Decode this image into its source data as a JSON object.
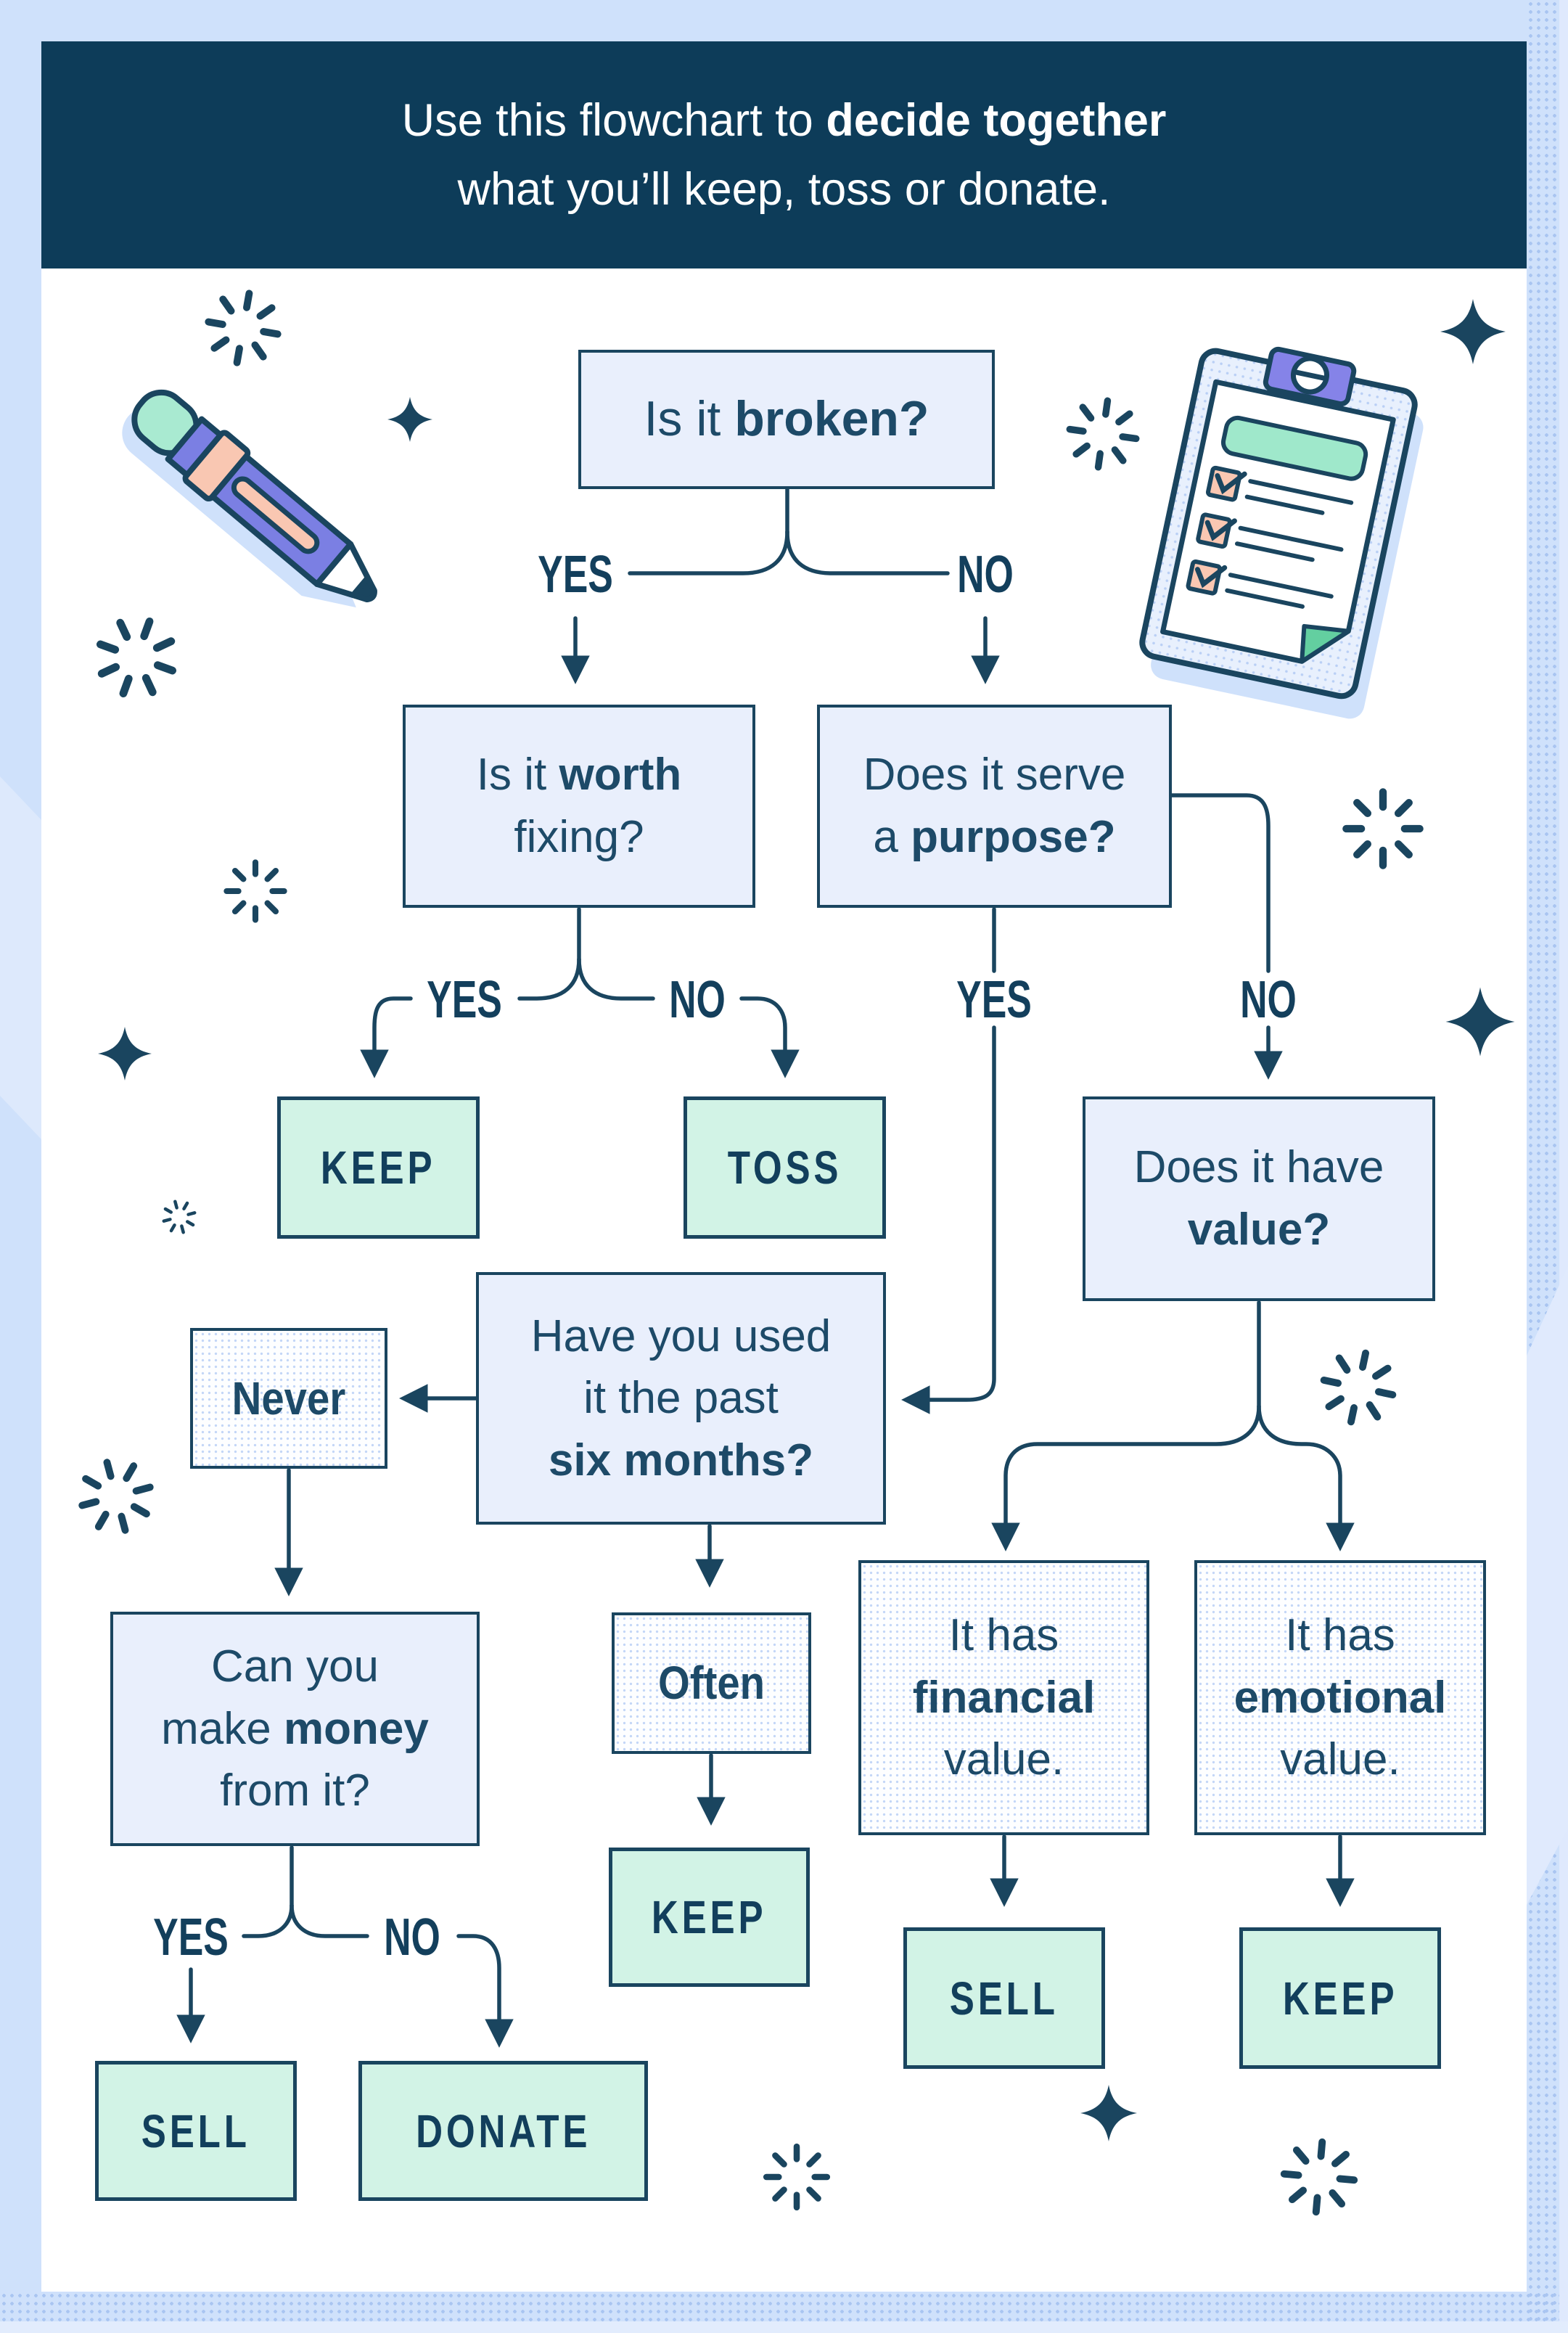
{
  "header": {
    "line1_regular": "Use this flowchart to ",
    "line1_bold": "decide together",
    "line2": "what you’ll keep, toss or donate."
  },
  "flow": {
    "nodes": [
      {
        "key": "broken",
        "lines": [
          [
            {
              "t": "Is it "
            },
            {
              "t": "broken?",
              "b": true
            }
          ]
        ]
      },
      {
        "key": "worth",
        "lines": [
          [
            {
              "t": "Is it "
            },
            {
              "t": "worth",
              "b": true
            }
          ],
          [
            {
              "t": "fixing?"
            }
          ]
        ]
      },
      {
        "key": "purpose",
        "lines": [
          [
            {
              "t": "Does it serve"
            }
          ],
          [
            {
              "t": "a "
            },
            {
              "t": "purpose?",
              "b": true
            }
          ]
        ]
      },
      {
        "key": "value",
        "lines": [
          [
            {
              "t": "Does it have"
            }
          ],
          [
            {
              "t": "value?",
              "b": true
            }
          ]
        ]
      },
      {
        "key": "sixmonths",
        "lines": [
          [
            {
              "t": "Have you used"
            }
          ],
          [
            {
              "t": "it the past"
            }
          ],
          [
            {
              "t": "six months?",
              "b": true
            }
          ]
        ]
      },
      {
        "key": "money",
        "lines": [
          [
            {
              "t": "Can you"
            }
          ],
          [
            {
              "t": "make "
            },
            {
              "t": "money",
              "b": true
            }
          ],
          [
            {
              "t": "from it?"
            }
          ]
        ]
      },
      {
        "key": "financial",
        "lines": [
          [
            {
              "t": "It has"
            }
          ],
          [
            {
              "t": "financial",
              "b": true
            }
          ],
          [
            {
              "t": "value."
            }
          ]
        ]
      },
      {
        "key": "emotional",
        "lines": [
          [
            {
              "t": "It has"
            }
          ],
          [
            {
              "t": "emotional",
              "b": true
            }
          ],
          [
            {
              "t": "value."
            }
          ]
        ]
      },
      {
        "key": "never",
        "lines": [
          [
            {
              "t": "Never",
              "b": true
            }
          ]
        ]
      },
      {
        "key": "often",
        "lines": [
          [
            {
              "t": "Often",
              "b": true
            }
          ]
        ]
      }
    ],
    "branch": {
      "yes": "YES",
      "no": "NO"
    },
    "outcomes": {
      "keep": "KEEP",
      "toss": "TOSS",
      "sell": "SELL",
      "donate": "DONATE"
    }
  },
  "icons": {
    "pencil": "pencil-icon",
    "clipboard": "checklist-clipboard-icon",
    "burst": "sparkle-burst-icon",
    "star": "four-point-star-icon"
  },
  "colors": {
    "page_bg": "#cfe1fb",
    "banner_bg": "#0d3c59",
    "card_bg": "#ffffff",
    "line": "#1a455f",
    "question_fill": "#e9effc",
    "outcome_fill": "#d2f3e6",
    "dot": "#a9c5f1",
    "text": "#1d4a68",
    "pencil_purple": "#7b7fe3",
    "clip_purple": "#8583e8",
    "mint": "#a9ead1",
    "peach": "#f9c7b2",
    "fold_green": "#63cfa0"
  }
}
